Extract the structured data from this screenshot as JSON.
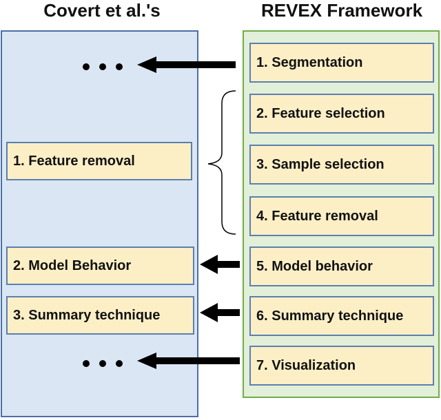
{
  "titles": {
    "left": "Covert et al.'s",
    "right": "REVEX Framework"
  },
  "left_steps": [
    {
      "label": "1. Feature removal"
    },
    {
      "label": "2. Model Behavior"
    },
    {
      "label": "3. Summary technique"
    }
  ],
  "right_steps": [
    {
      "label": "1. Segmentation"
    },
    {
      "label": "2. Feature selection"
    },
    {
      "label": "3. Sample selection"
    },
    {
      "label": "4. Feature removal"
    },
    {
      "label": "5. Model behavior"
    },
    {
      "label": "6. Summary technique"
    },
    {
      "label": "7. Visualization"
    }
  ],
  "colors": {
    "left_panel_fill": "#dae6f3",
    "left_panel_border": "#4a6fa5",
    "right_panel_fill": "#e2efd9",
    "right_panel_border": "#70ad47",
    "box_fill": "#fcefc6",
    "box_border": "#5b7fae",
    "arrow": "#000000"
  }
}
